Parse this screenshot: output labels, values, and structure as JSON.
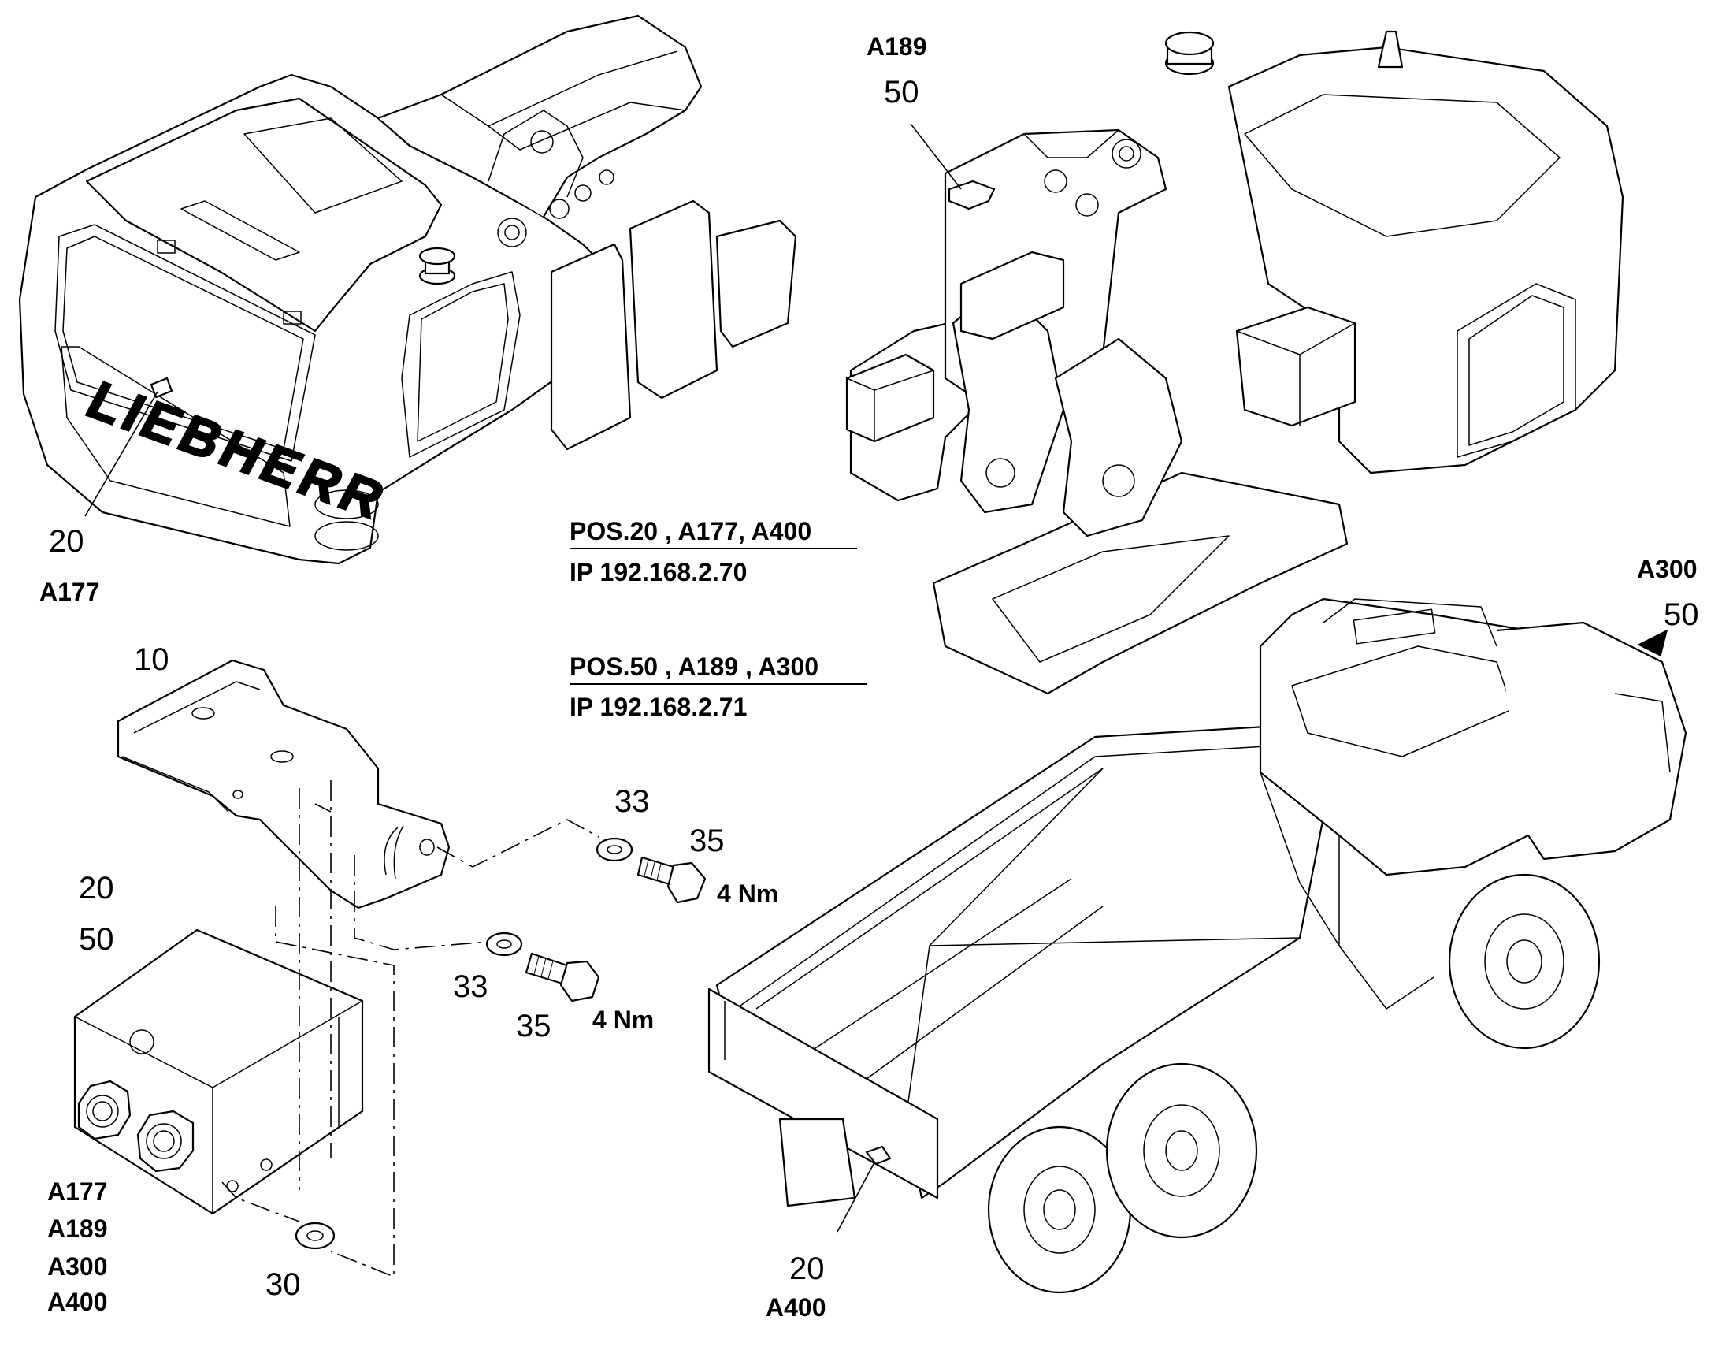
{
  "callouts": {
    "excavator_rear_pos": "20",
    "excavator_rear_code": "A177",
    "excavator_top_code": "A189",
    "excavator_top_pos": "50",
    "truck_cab_code": "A300",
    "truck_cab_pos": "50",
    "truck_rear_pos": "20",
    "truck_rear_code": "A400"
  },
  "info": {
    "group1_title": "POS.20 , A177, A400",
    "group1_ip": "IP 192.168.2.70",
    "group2_title": "POS.50 , A189 , A300",
    "group2_ip": "IP 192.168.2.71"
  },
  "parts": {
    "bracket": "10",
    "module_pos_a": "20",
    "module_pos_b": "50",
    "module_codes": [
      "A177",
      "A189",
      "A300",
      "A400"
    ],
    "washer_upper": "33",
    "bolt_upper": "35",
    "torque_upper": "4 Nm",
    "washer_lower": "33",
    "bolt_lower": "35",
    "torque_lower": "4 Nm",
    "washer_module": "30"
  },
  "logo_text": "LIEBHERR"
}
